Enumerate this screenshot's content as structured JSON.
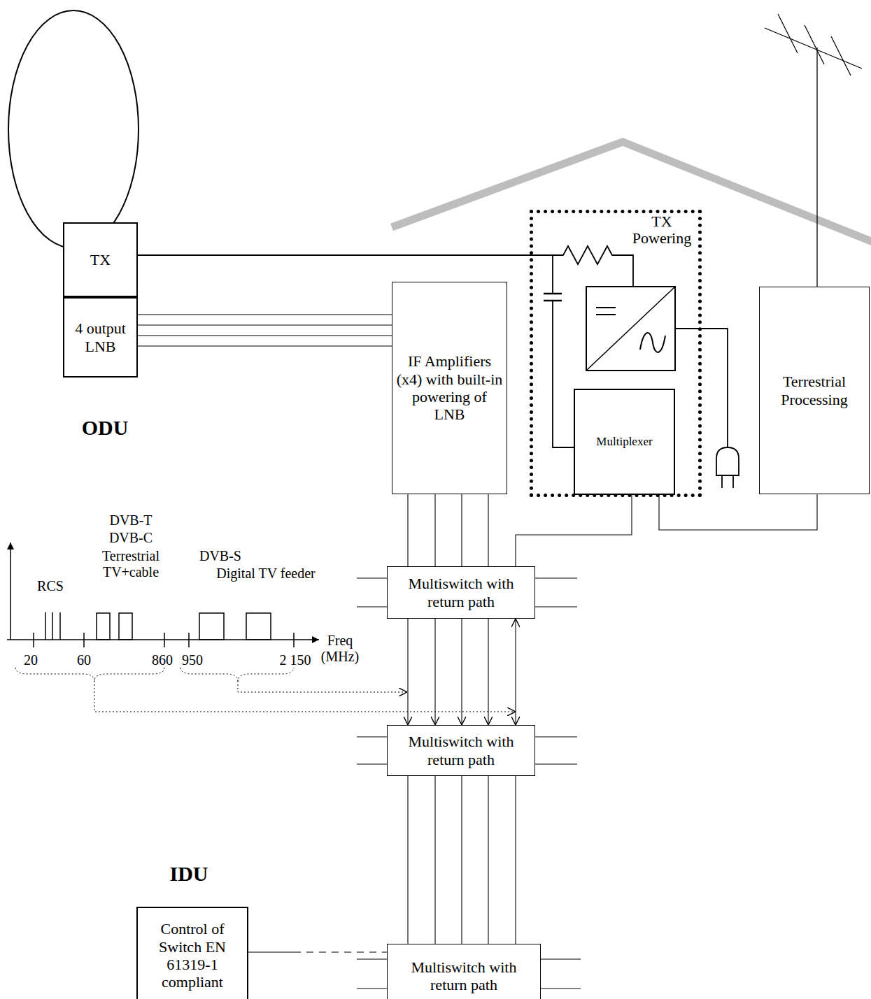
{
  "diagram": {
    "nodes": [
      {
        "text": [
          "TX"
        ]
      },
      {
        "text": [
          "4 output LNB"
        ]
      },
      {
        "text": [
          "IF Amplifiers (x4) with built-in powering of LNB"
        ]
      },
      {
        "text": [
          "TX Powering"
        ]
      },
      {
        "text": [
          "Multiplexer"
        ],
        "in": 3
      },
      {
        "text": [
          "Terrestrial Processing"
        ]
      },
      {
        "text": [
          "Multiswitch with return path"
        ]
      },
      {
        "text": [
          "Multiswitch with return path"
        ]
      },
      {
        "text": [
          "Multiswitch with return path"
        ]
      },
      {
        "text": [
          "Control of Switch EN 61319-1 compliant"
        ]
      }
    ],
    "edges": [
      {
        "from": 0,
        "to": 4,
        "arrow": "none"
      },
      {
        "from": 1,
        "to": 2,
        "arrow": "none"
      },
      {
        "from": 1,
        "to": 2,
        "arrow": "none"
      },
      {
        "from": 1,
        "to": 2,
        "arrow": "none"
      },
      {
        "from": 1,
        "to": 2,
        "arrow": "none"
      },
      {
        "from": 2,
        "to": 6,
        "arrow": "none"
      },
      {
        "from": 2,
        "to": 6,
        "arrow": "none"
      },
      {
        "from": 2,
        "to": 6,
        "arrow": "none"
      },
      {
        "from": 2,
        "to": 6,
        "arrow": "none"
      },
      {
        "from": 4,
        "to": 6,
        "arrow": "none"
      },
      {
        "from": 5,
        "to": 4,
        "arrow": "none"
      },
      {
        "from": 6,
        "to": 7,
        "arrow": "to"
      },
      {
        "from": 6,
        "to": 7,
        "arrow": "to"
      },
      {
        "from": 6,
        "to": 7,
        "arrow": "to"
      },
      {
        "from": 6,
        "to": 7,
        "arrow": "to"
      },
      {
        "from": 6,
        "to": 7,
        "arrow": "both"
      },
      {
        "from": 7,
        "to": 8,
        "arrow": "none"
      },
      {
        "from": 7,
        "to": 8,
        "arrow": "none"
      },
      {
        "from": 7,
        "to": 8,
        "arrow": "none"
      },
      {
        "from": 7,
        "to": 8,
        "arrow": "none"
      },
      {
        "from": 7,
        "to": 8,
        "arrow": "none"
      },
      {
        "from": 9,
        "to": 8,
        "arrow": "none"
      }
    ],
    "labels": [
      "ODU",
      "IDU",
      "RCS",
      "DVB-T",
      "DVB-C",
      "Terrestrial TV+cable",
      "DVB-S",
      "Digital TV feeder",
      "20",
      "60",
      "860",
      "950",
      "2 150",
      "Freq (MHz)"
    ]
  }
}
